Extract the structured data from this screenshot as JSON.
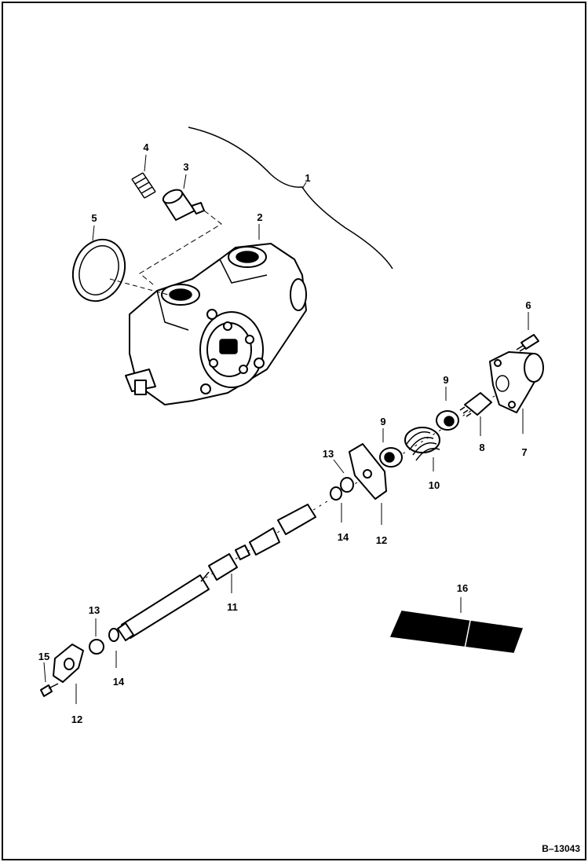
{
  "figure_code": "B–13043",
  "callouts": [
    {
      "id": "c1",
      "text": "1"
    },
    {
      "id": "c2",
      "text": "2"
    },
    {
      "id": "c3",
      "text": "3"
    },
    {
      "id": "c4",
      "text": "4"
    },
    {
      "id": "c5",
      "text": "5"
    },
    {
      "id": "c6",
      "text": "6"
    },
    {
      "id": "c7",
      "text": "7"
    },
    {
      "id": "c8",
      "text": "8"
    },
    {
      "id": "c9a",
      "text": "9"
    },
    {
      "id": "c9b",
      "text": "9"
    },
    {
      "id": "c10",
      "text": "10"
    },
    {
      "id": "c11",
      "text": "11"
    },
    {
      "id": "c12a",
      "text": "12"
    },
    {
      "id": "c12b",
      "text": "12"
    },
    {
      "id": "c13a",
      "text": "13"
    },
    {
      "id": "c13b",
      "text": "13"
    },
    {
      "id": "c14a",
      "text": "14"
    },
    {
      "id": "c14b",
      "text": "14"
    },
    {
      "id": "c15",
      "text": "15"
    },
    {
      "id": "c16",
      "text": "16"
    }
  ]
}
